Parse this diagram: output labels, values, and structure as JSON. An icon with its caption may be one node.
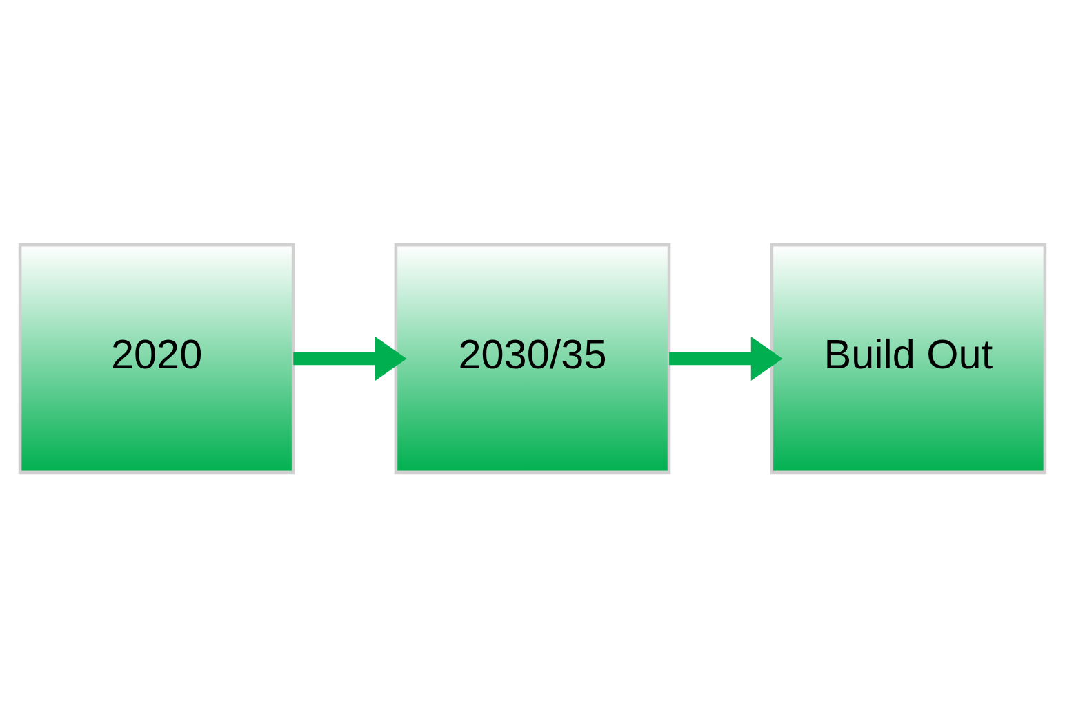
{
  "diagram": {
    "nodes": [
      {
        "text": [
          "2020"
        ]
      },
      {
        "text": [
          "2030/35"
        ]
      },
      {
        "text": [
          "Build Out"
        ]
      }
    ],
    "edges": [
      {
        "from": 0,
        "to": 1,
        "arrow": "to"
      },
      {
        "from": 1,
        "to": 2,
        "arrow": "to"
      }
    ]
  }
}
